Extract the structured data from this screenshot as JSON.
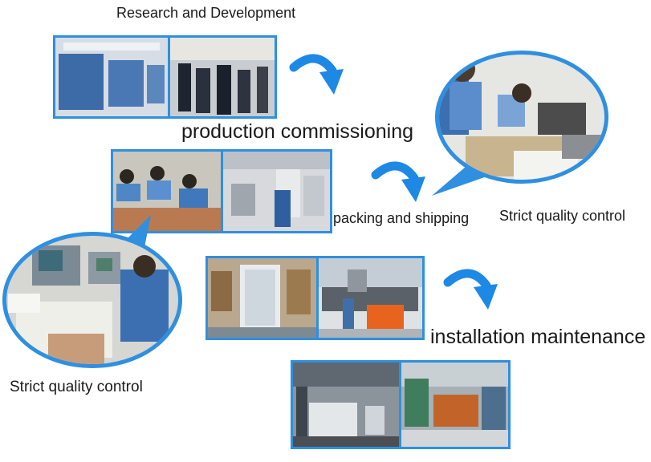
{
  "captions": {
    "research": "Research and Development",
    "production": "production commissioning",
    "packing": "packing and shipping",
    "quality_right": "Strict quality control",
    "quality_left": "Strict quality control",
    "installation": "installation maintenance"
  },
  "colors": {
    "frame_blue": "#2f8fe0",
    "arrow_blue": "#1e88e5",
    "forklift_orange": "#e8641e"
  },
  "icons": {
    "flow_arrow": "curved-arrow-icon"
  }
}
